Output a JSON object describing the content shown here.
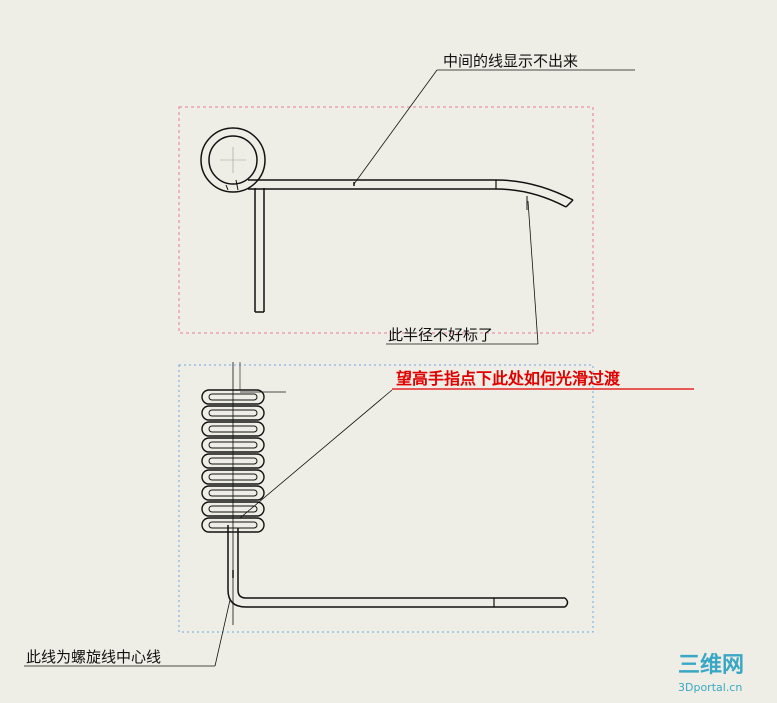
{
  "annotations": {
    "middle_line": "中间的线显示不出来",
    "radius": "此半径不好标了",
    "help_request": "望高手指点下此处如何光滑过渡",
    "helix_centerline": "此线为螺旋线中心线"
  },
  "watermark": {
    "logo": "三维网",
    "site": "3Dportal.cn"
  },
  "colors": {
    "background": "#efeee6",
    "line": "#111111",
    "top_box": "#e87a9a",
    "bottom_box": "#6aa8e8",
    "highlight": "#e00000",
    "logo": "#3aa8c4"
  }
}
